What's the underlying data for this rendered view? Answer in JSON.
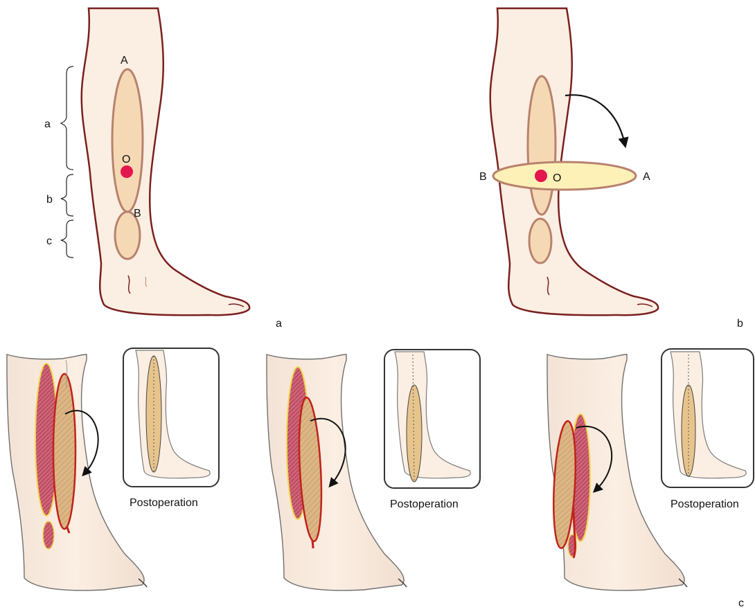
{
  "panel_a": {
    "point_a": "A",
    "point_o": "O",
    "point_b": "B",
    "bracket_a": "a",
    "bracket_b": "b",
    "bracket_c": "c",
    "panel_letter": "a"
  },
  "panel_b": {
    "point_b": "B",
    "point_o": "O",
    "point_a": "A",
    "panel_letter": "b"
  },
  "panel_c": {
    "postop_labels": [
      "Postoperation",
      "Postoperation",
      "Postoperation"
    ],
    "panel_letter": "c"
  },
  "colors": {
    "skin": "#fbeee2",
    "skin_outline": "#7a1f1f",
    "ellipse_fill": "#f5d9b5",
    "ellipse_stroke": "#b8826e",
    "rotated_flap_fill": "#fdf1b8",
    "pivot_point": "#e3174d",
    "muscle": "#c8546a",
    "flap_tan": "#d9b27c",
    "vessel": "#c0221a"
  }
}
